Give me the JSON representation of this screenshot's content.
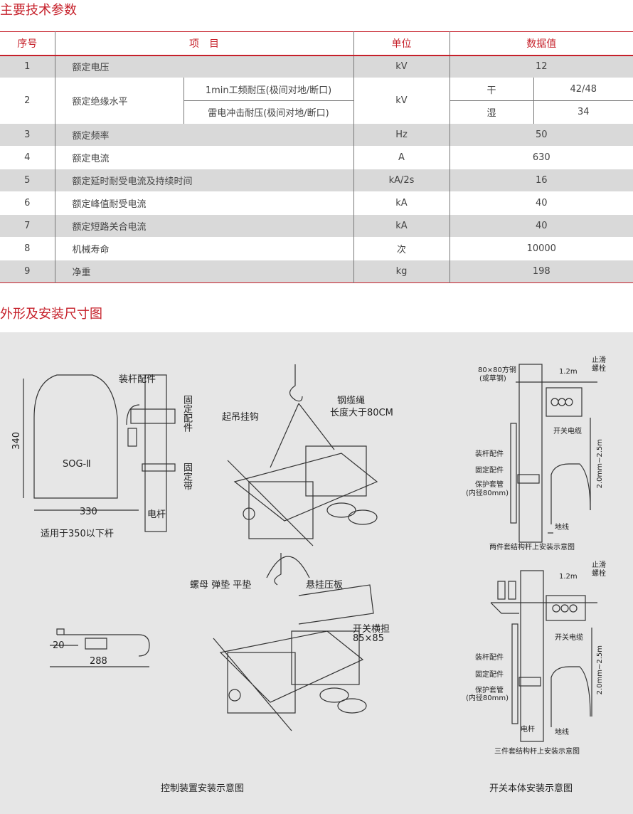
{
  "section1_title": "主要技术参数",
  "table": {
    "headers": [
      "序号",
      "项　目",
      "单位",
      "数据值"
    ],
    "rows": [
      {
        "no": "1",
        "item": "额定电压",
        "unit": "kV",
        "value": "12"
      },
      {
        "no": "2",
        "item": "额定绝缘水平",
        "sub": [
          {
            "item": "1min工频耐压(极间对地/断口)",
            "cond": "干",
            "value": "42/48"
          },
          {
            "item": "雷电冲击耐压(极间对地/断口)",
            "cond": "湿",
            "value": "34"
          }
        ],
        "unit": "kV"
      },
      {
        "no": "3",
        "item": "额定频率",
        "unit": "Hz",
        "value": "50"
      },
      {
        "no": "4",
        "item": "额定电流",
        "unit": "A",
        "value": "630"
      },
      {
        "no": "5",
        "item": "额定延时耐受电流及持续时间",
        "unit": "kA/2s",
        "value": "16"
      },
      {
        "no": "6",
        "item": "额定峰值耐受电流",
        "unit": "kA",
        "value": "40"
      },
      {
        "no": "7",
        "item": "额定短路关合电流",
        "unit": "kA",
        "value": "40"
      },
      {
        "no": "8",
        "item": "机械寿命",
        "unit": "次",
        "value": "10000"
      },
      {
        "no": "9",
        "item": "净重",
        "unit": "kg",
        "value": "198"
      }
    ]
  },
  "section2_title": "外形及安装尺寸图",
  "diagrams": {
    "control": {
      "pole_fitting": "装杆配件",
      "fixing_fitting": "固定配件",
      "fixing_band": "固定带",
      "height": "340",
      "width": "330",
      "model": "SOG-Ⅱ",
      "pole": "电杆",
      "note": "适用于350以下杆",
      "bracket_w1": "20",
      "bracket_w2": "288",
      "caption": "控制装置安装示意图"
    },
    "lift": {
      "hook": "起吊挂钩",
      "cable": "钢缆绳",
      "cable_len": "长度大于80CM"
    },
    "mount": {
      "nut": "螺母 弹垫 平垫",
      "plate": "悬挂压板",
      "crossarm": "开关横担",
      "crossarm_size": "85×85",
      "caption": "开关本体安装示意图"
    },
    "two_piece": {
      "steel": "80×80方钢",
      "steel_alt": "(或草钢)",
      "span": "1.2m",
      "bolt": "止滑\n螺栓",
      "bolt1": "止滑",
      "bolt2": "螺栓",
      "switch_cable": "开关电缆",
      "pole_fitting": "装杆配件",
      "fixing_fitting": "固定配件",
      "sleeve": "保护套管",
      "sleeve_dia": "(内径80mm)",
      "height": "2.0mm~2.5m",
      "ground": "地线",
      "caption": "两件套结构杆上安装示意图"
    },
    "three_piece": {
      "span": "1.2m",
      "bolt1": "止滑",
      "bolt2": "螺栓",
      "switch_cable": "开关电缆",
      "pole_fitting": "装杆配件",
      "fixing_fitting": "固定配件",
      "sleeve": "保护套管",
      "sleeve_dia": "(内径80mm)",
      "height": "2.0mm~2.5m",
      "pole": "电杆",
      "ground": "地线",
      "caption": "三件套结构杆上安装示意图"
    }
  }
}
